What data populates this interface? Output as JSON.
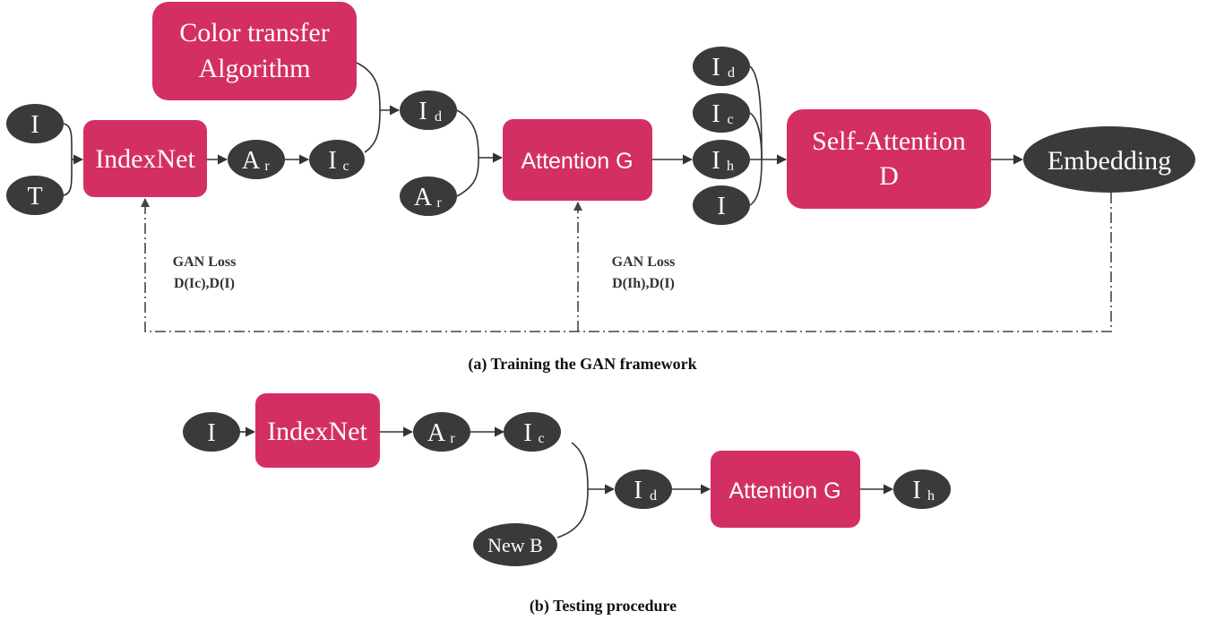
{
  "training": {
    "color_transfer": {
      "line1": "Color transfer",
      "line2": "Algorithm"
    },
    "indexnet": "IndexNet",
    "attention_g": "Attention G",
    "self_attention_d": {
      "line1": "Self-Attention",
      "line2": "D"
    },
    "embedding": "Embedding",
    "nodes": {
      "i": "I",
      "t": "T",
      "a": {
        "base": "A",
        "sub": "r"
      },
      "ic": {
        "base": "I",
        "sub": "c"
      },
      "id": {
        "base": "I",
        "sub": "d"
      },
      "a2": {
        "base": "A",
        "sub": "r"
      },
      "ih": {
        "base": "I",
        "sub": "h"
      },
      "d_id": {
        "base": "I",
        "sub": "d"
      },
      "d_ic": {
        "base": "I",
        "sub": "c"
      },
      "d_i": "I"
    },
    "loss1": {
      "line1": "GAN Loss",
      "line2": "D(Ic),D(I)"
    },
    "loss2": {
      "line1": "GAN Loss",
      "line2": "D(Ih),D(I)"
    },
    "caption": "(a) Training the GAN framework"
  },
  "testing": {
    "indexnet": "IndexNet",
    "attention_g": "Attention G",
    "nodes": {
      "i": "I",
      "a": {
        "base": "A",
        "sub": "r"
      },
      "ic": {
        "base": "I",
        "sub": "c"
      },
      "id": {
        "base": "I",
        "sub": "d"
      },
      "ih": {
        "base": "I",
        "sub": "h"
      },
      "newb": "New B"
    },
    "caption": "(b) Testing procedure"
  }
}
